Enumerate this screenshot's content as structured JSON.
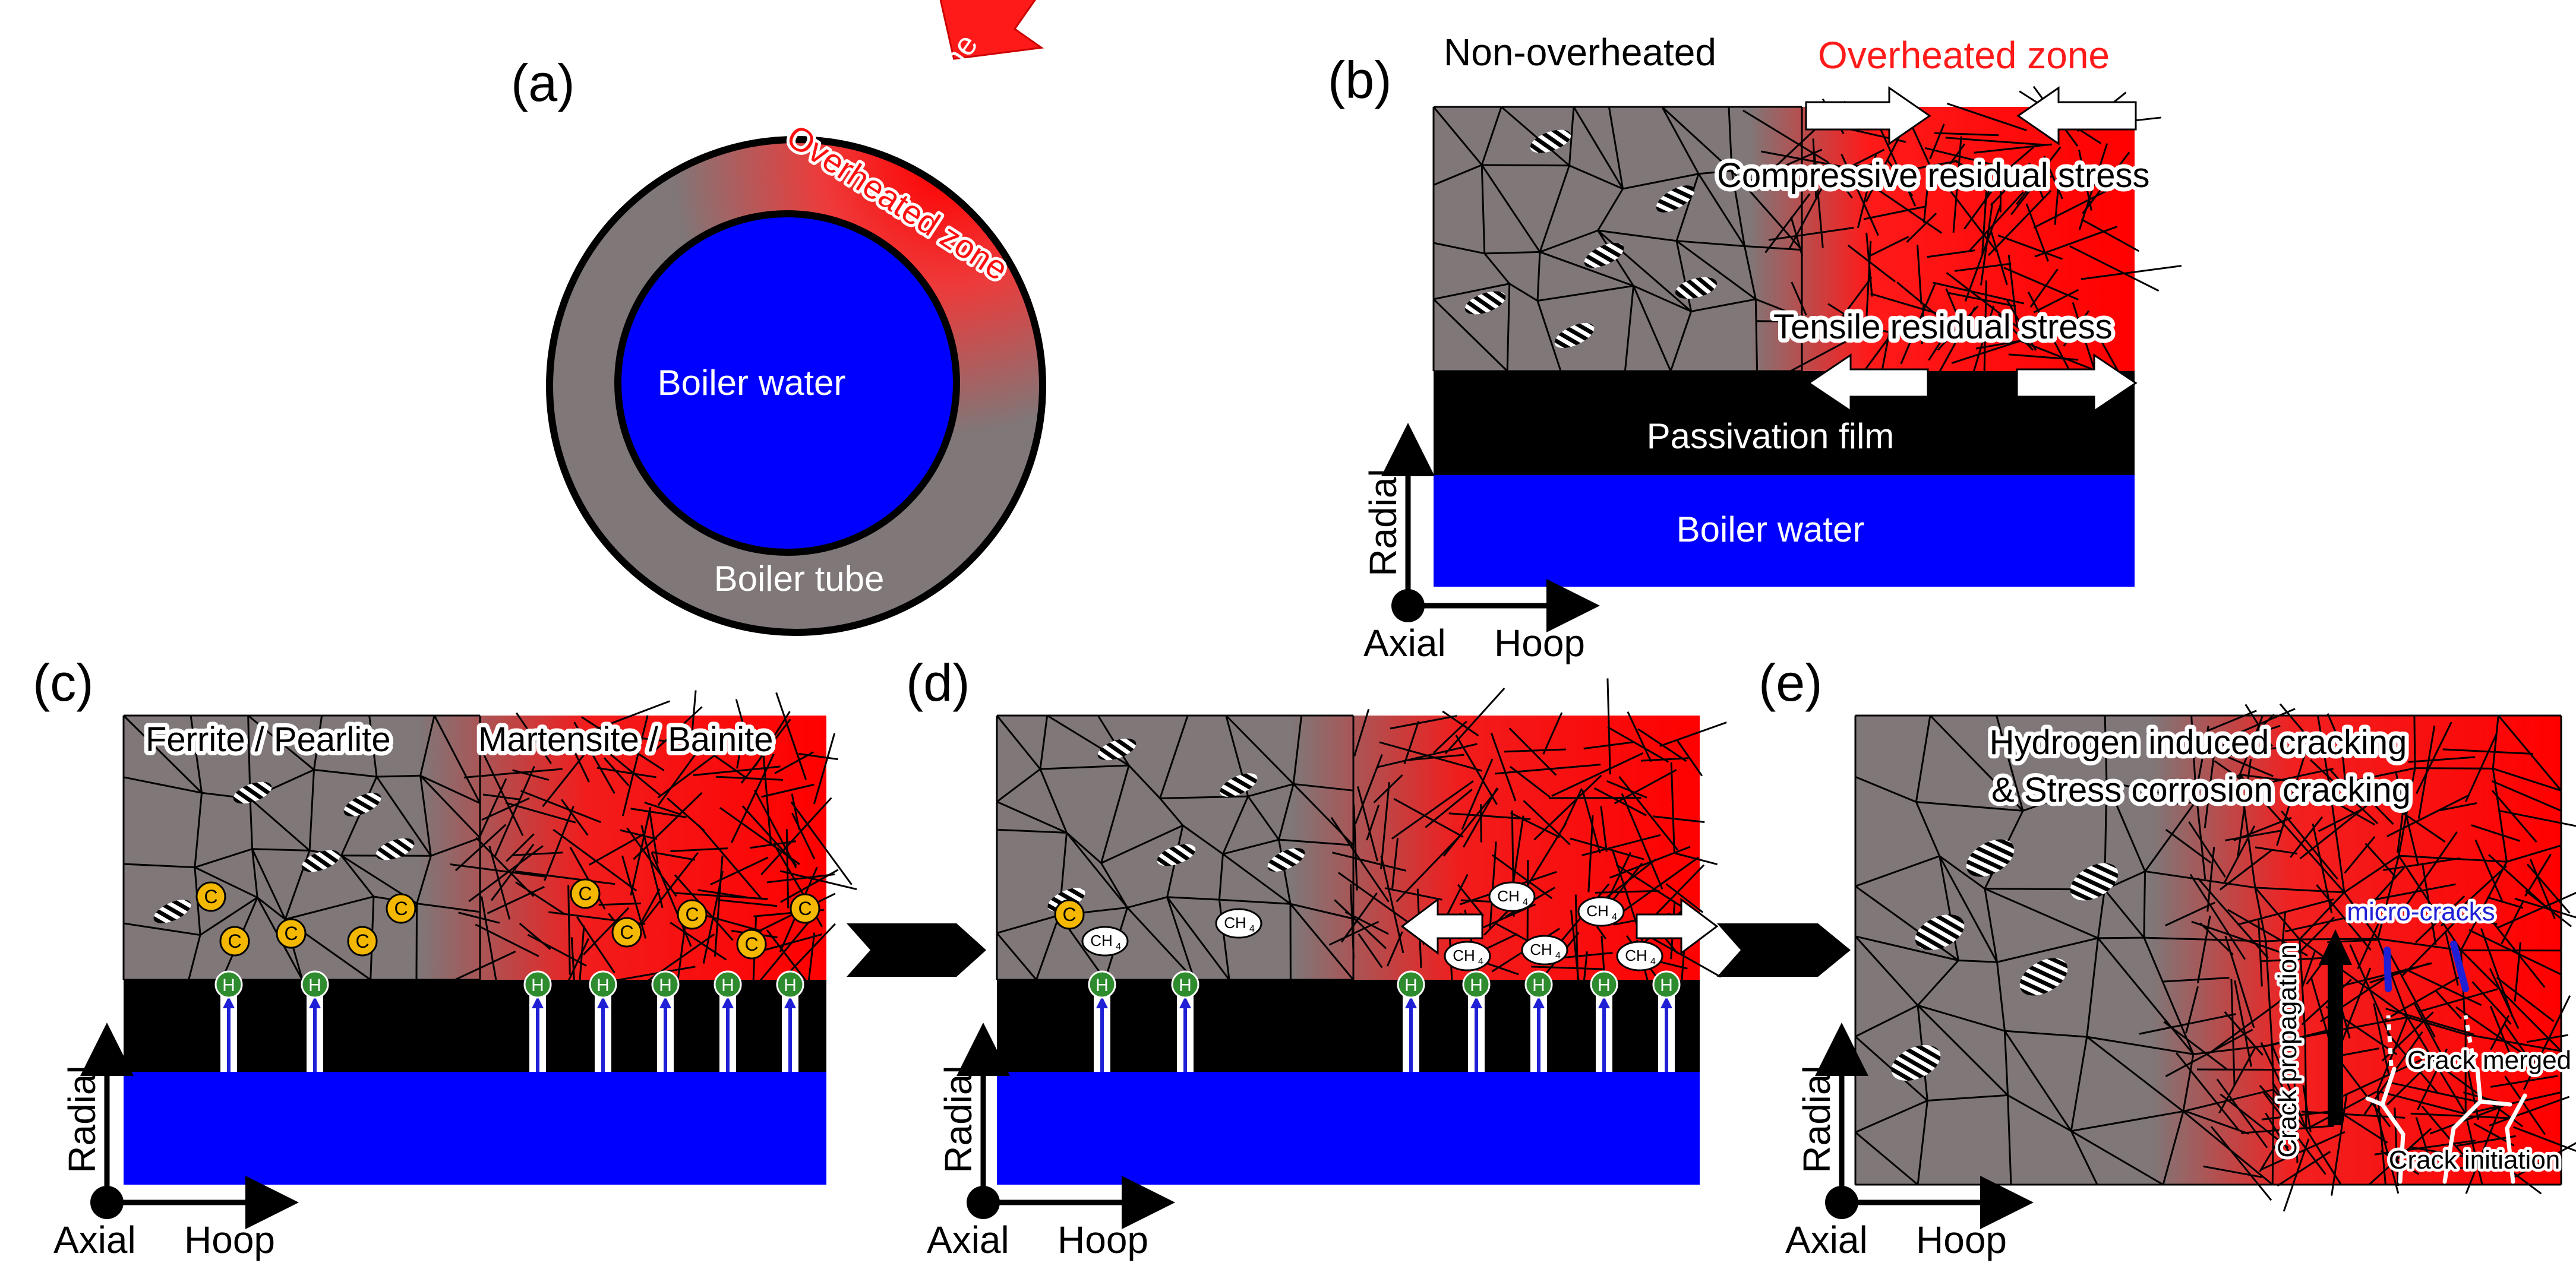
{
  "panels": {
    "a": {
      "label": "(a)",
      "flame": "Flame",
      "overheated": "Overheated zone",
      "water": "Boiler water",
      "tube": "Boiler tube"
    },
    "b": {
      "label": "(b)",
      "non_overheated": "Non-overheated",
      "overheated": "Overheated zone",
      "compressive": "Compressive residual stress",
      "tensile": "Tensile residual stress",
      "film": "Passivation film",
      "water": "Boiler water"
    },
    "c": {
      "label": "(c)",
      "ferrite": "Ferrite / Pearlite",
      "martensite": "Martensite / Bainite"
    },
    "d": {
      "label": "(d)"
    },
    "e": {
      "label": "(e)",
      "title_line1": "Hydrogen induced cracking",
      "title_line2": "& Stress corrosion cracking",
      "microcracks": "micro-cracks",
      "propagation": "Crack propagation",
      "merged": "Crack merged",
      "initiation": "Crack initiation"
    }
  },
  "axes": {
    "radial": "Radial",
    "axial": "Axial",
    "hoop": "Hoop"
  },
  "species": {
    "carbon": "C",
    "hydrogen": "H",
    "methane": "CH",
    "methane_sub": "4"
  },
  "colors": {
    "steel": "#7f7778",
    "overheated": "#ff0000",
    "water": "#0000ff",
    "film": "#000000",
    "carbon": "#f5b800",
    "hydrogen": "#2e8b2e",
    "microcrack": "#1f1fd6"
  }
}
